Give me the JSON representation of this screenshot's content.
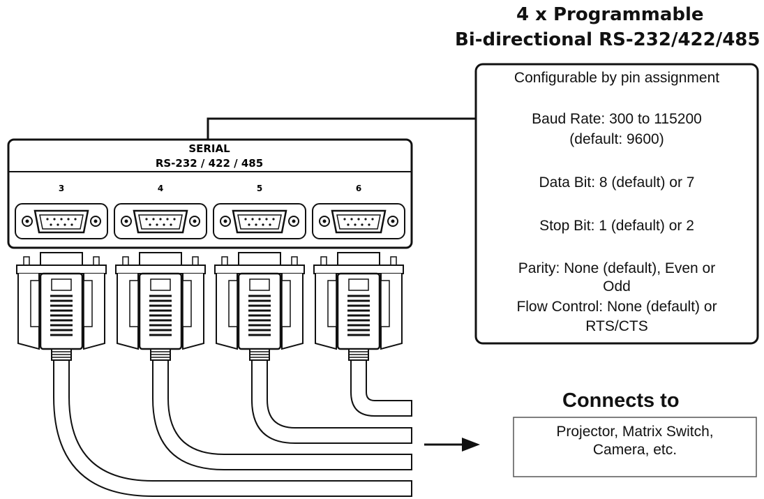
{
  "title": {
    "line1": "4 x Programmable",
    "line2": "Bi-directional RS-232/422/485"
  },
  "panel": {
    "label_line1": "SERIAL",
    "label_line2": "RS-232 / 422 / 485",
    "ports": [
      "3",
      "4",
      "5",
      "6"
    ]
  },
  "spec_box": {
    "heading": "Configurable by pin assignment",
    "baud_line1": "Baud Rate: 300 to 115200",
    "baud_line2": "(default: 9600)",
    "data_bit": "Data Bit: 8 (default) or 7",
    "stop_bit": "Stop Bit: 1 (default) or 2",
    "parity_line1": "Parity: None (default), Even or",
    "parity_line2": "Odd",
    "flow_line1": "Flow Control: None (default) or",
    "flow_line2": "RTS/CTS"
  },
  "connects": {
    "title": "Connects to",
    "line1": "Projector, Matrix Switch,",
    "line2": "Camera, etc."
  }
}
